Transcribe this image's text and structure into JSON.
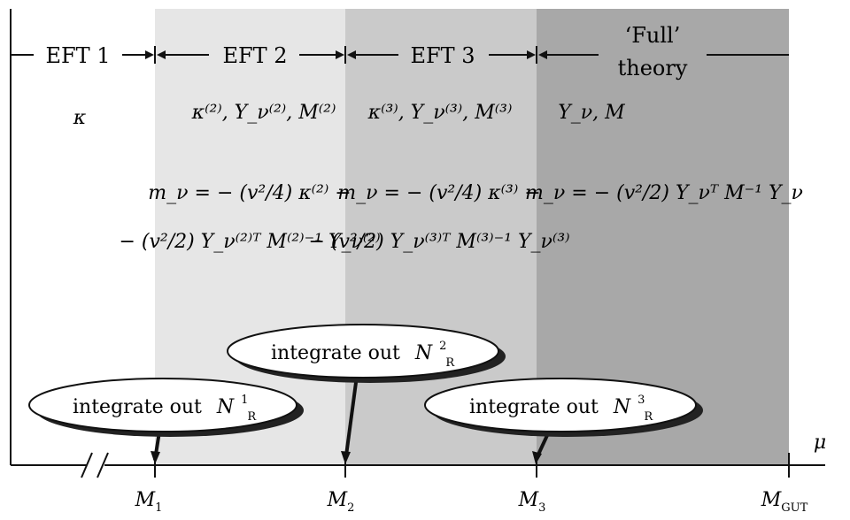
{
  "regions": [
    {
      "label": "EFT 1",
      "params": "κ",
      "formula": []
    },
    {
      "label": "EFT 2",
      "params": "κ⁽²⁾, Y_ν⁽²⁾, M⁽²⁾",
      "formula_line1": "m_ν = − (v²/4) κ⁽²⁾ −",
      "formula_line2": "− (v²/2) Y_ν⁽²⁾ᵀ M⁽²⁾⁻¹ Y_ν⁽²⁾"
    },
    {
      "label": "EFT 3",
      "params": "κ⁽³⁾, Y_ν⁽³⁾, M⁽³⁾",
      "formula_line1": "m_ν = − (v²/4) κ⁽³⁾ −",
      "formula_line2": "− (v²/2) Y_ν⁽³⁾ᵀ M⁽³⁾⁻¹ Y_ν⁽³⁾"
    },
    {
      "label_line1": "‘Full’",
      "label_line2": "theory",
      "params": "Y_ν, M",
      "formula_line1": "m_ν = − (v²/2) Y_νᵀ M⁻¹ Y_ν"
    }
  ],
  "callouts": [
    {
      "text": "integrate out",
      "sym": "N",
      "sup": "1",
      "sub": "R"
    },
    {
      "text": "integrate out",
      "sym": "N",
      "sup": "2",
      "sub": "R"
    },
    {
      "text": "integrate out",
      "sym": "N",
      "sup": "3",
      "sub": "R"
    }
  ],
  "axis": {
    "variable": "μ",
    "ticks": [
      {
        "sym": "M",
        "sub": "1"
      },
      {
        "sym": "M",
        "sub": "2"
      },
      {
        "sym": "M",
        "sub": "3"
      },
      {
        "sym": "M",
        "sub": "GUT"
      }
    ]
  },
  "colors": {
    "eft2_bg": "#e6e6e6",
    "eft3_bg": "#cacaca",
    "full_bg": "#a8a8a8",
    "ink": "#111111",
    "shadow": "#222222"
  }
}
